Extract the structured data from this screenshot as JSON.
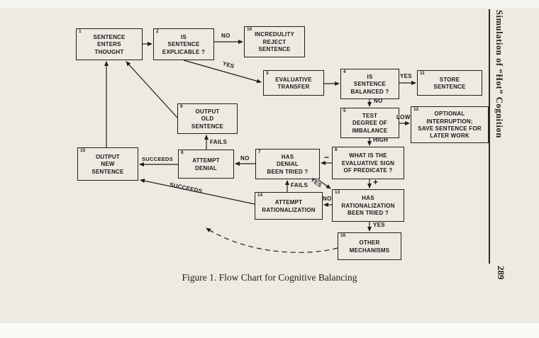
{
  "page": {
    "caption": "Figure 1.  Flow Chart for Cognitive Balancing",
    "margin_title": "Simulation of “Hot” Cognition",
    "page_number": "289"
  },
  "colors": {
    "paper": "#edeae2",
    "ink": "#1e1e1e"
  },
  "nodes": [
    {
      "num": "1",
      "label": "SENTENCE\nENTERS\nTHOUGHT"
    },
    {
      "num": "2",
      "label": "IS\nSENTENCE\nEXPLICABLE ?"
    },
    {
      "num": "3",
      "label": "EVALUATIVE\nTRANSFER"
    },
    {
      "num": "4",
      "label": "IS\nSENTENCE\nBALANCED ?"
    },
    {
      "num": "5",
      "label": "TEST\nDEGREE OF\nIMBALANCE"
    },
    {
      "num": "6",
      "label": "WHAT IS THE\nEVALUATIVE SIGN\nOF PREDICATE ?"
    },
    {
      "num": "7",
      "label": "HAS\nDENIAL\nBEEN TRIED ?"
    },
    {
      "num": "8",
      "label": "ATTEMPT\nDENIAL"
    },
    {
      "num": "9",
      "label": "OUTPUT\nOLD\nSENTENCE"
    },
    {
      "num": "10",
      "label": "INCREDULITY\nREJECT\nSENTENCE"
    },
    {
      "num": "11",
      "label": "STORE\nSENTENCE"
    },
    {
      "num": "12",
      "label": "OPTIONAL\nINTERRUPTION;\nSAVE SENTENCE FOR\nLATER WORK"
    },
    {
      "num": "13",
      "label": "HAS\nRATIONALIZATION\nBEEN TRIED ?"
    },
    {
      "num": "14",
      "label": "ATTEMPT\nRATIONALIZATION"
    },
    {
      "num": "15",
      "label": "OUTPUT\nNEW\nSENTENCE"
    },
    {
      "num": "16",
      "label": "OTHER\nMECHANISMS"
    }
  ],
  "edges": [
    {
      "from": "1",
      "to": "2",
      "label": ""
    },
    {
      "from": "2",
      "to": "10",
      "label": "NO"
    },
    {
      "from": "2",
      "to": "3",
      "label": "YES"
    },
    {
      "from": "3",
      "to": "4",
      "label": ""
    },
    {
      "from": "4",
      "to": "11",
      "label": "YES"
    },
    {
      "from": "4",
      "to": "5",
      "label": "NO"
    },
    {
      "from": "5",
      "to": "12",
      "label": "LOW"
    },
    {
      "from": "5",
      "to": "6",
      "label": "HIGH"
    },
    {
      "from": "6",
      "to": "7",
      "label": "−"
    },
    {
      "from": "6",
      "to": "13",
      "label": "+"
    },
    {
      "from": "7",
      "to": "8",
      "label": "NO"
    },
    {
      "from": "7",
      "to": "13",
      "label": "YES"
    },
    {
      "from": "8",
      "to": "15",
      "label": "SUCCEEDS"
    },
    {
      "from": "8",
      "to": "9",
      "label": "FAILS"
    },
    {
      "from": "9",
      "to": "1",
      "label": ""
    },
    {
      "from": "15",
      "to": "1",
      "label": ""
    },
    {
      "from": "13",
      "to": "14",
      "label": "NO"
    },
    {
      "from": "13",
      "to": "16",
      "label": "YES"
    },
    {
      "from": "14",
      "to": "7",
      "label": "FAILS"
    },
    {
      "from": "14",
      "to": "15",
      "label": "SUCCEEDS"
    },
    {
      "from": "16",
      "to": "15",
      "label": "",
      "dashed": true
    }
  ]
}
